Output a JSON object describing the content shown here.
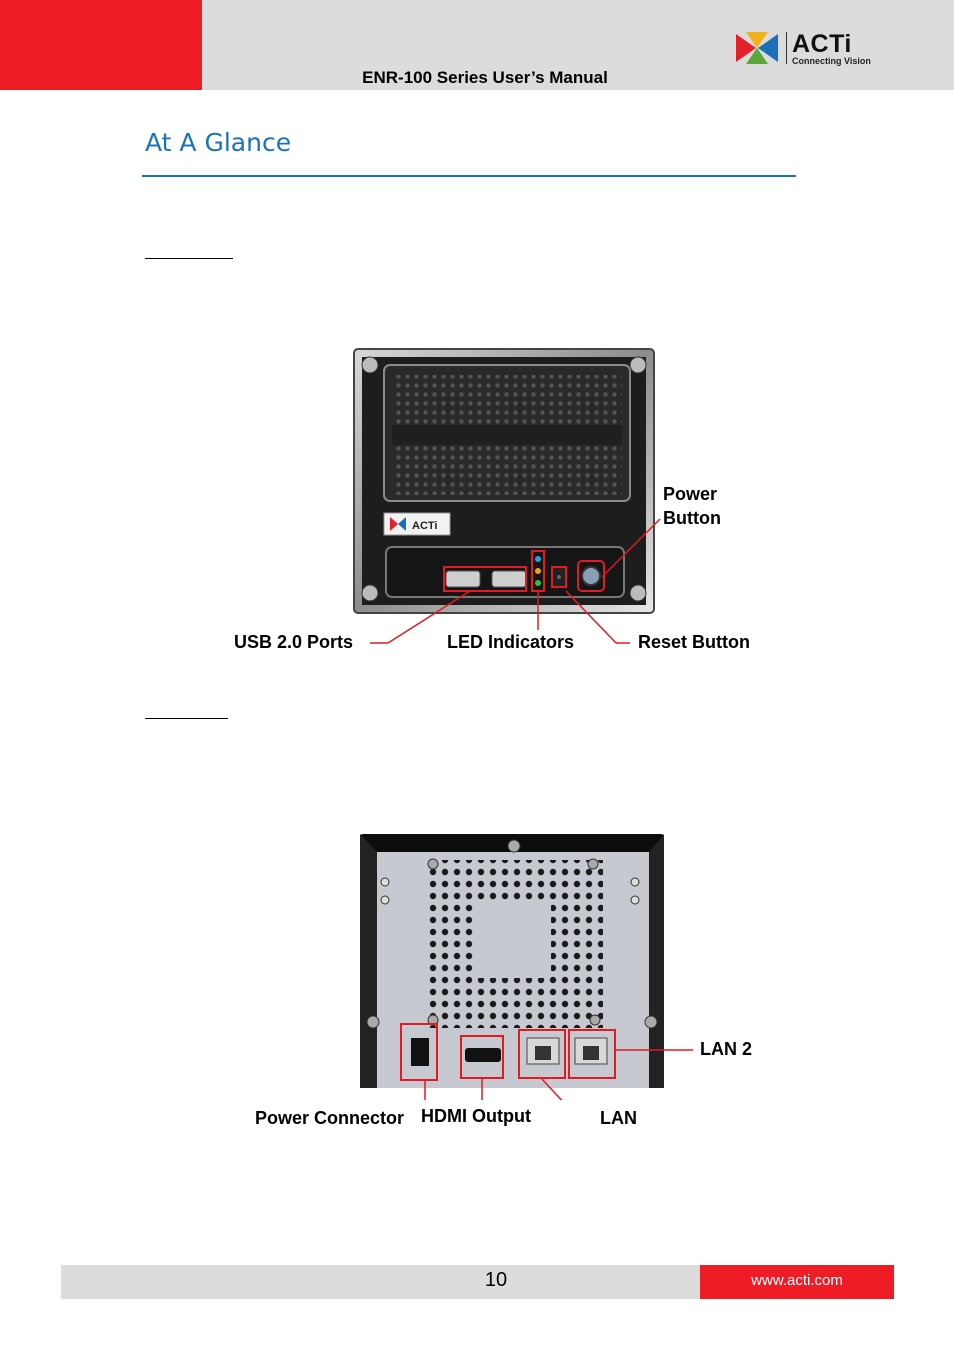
{
  "header": {
    "title": "ENR-100 Series User’s Manual",
    "logo_text": "ACTi",
    "logo_tagline": "Connecting Vision",
    "accent_red": "#ee1c25",
    "header_gray": "#dcdcdc"
  },
  "section": {
    "title": "At A Glance",
    "title_color": "#1a73b8"
  },
  "front_panel": {
    "label_callouts": {
      "power_button": "Power\nButton",
      "usb_ports": "USB 2.0 Ports",
      "led_indicators": "LED Indicators",
      "reset_button": "Reset Button"
    },
    "device_badge": "ACTi"
  },
  "rear_panel": {
    "label_callouts": {
      "lan2": "LAN 2",
      "power_connector": "Power Connector",
      "hdmi_output": "HDMI Output",
      "lan": "LAN"
    }
  },
  "footer": {
    "page_number": "10",
    "url": "www.acti.com"
  }
}
